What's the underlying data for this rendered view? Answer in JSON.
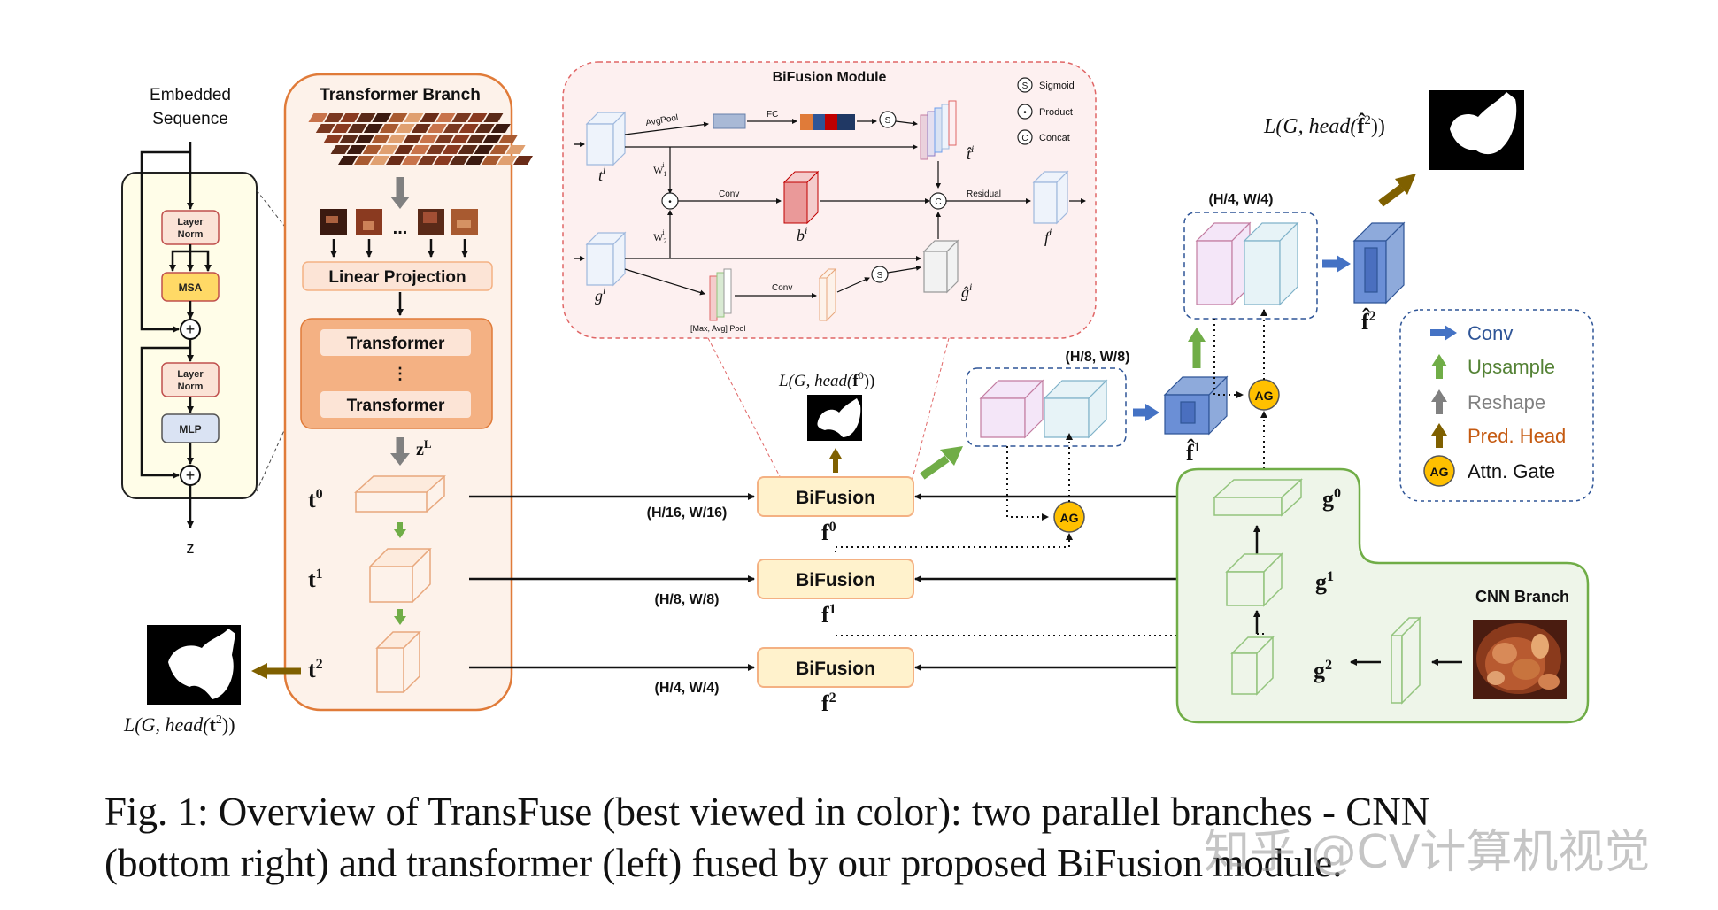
{
  "embedded": {
    "line1": "Embedded",
    "line2": "Sequence",
    "output": "z"
  },
  "encoder_block": {
    "layer_norm_1a": "Layer",
    "layer_norm_1b": "Norm",
    "msa": "MSA",
    "layer_norm_2a": "Layer",
    "layer_norm_2b": "Norm",
    "mlp": "MLP"
  },
  "transformer_branch": {
    "title": "Transformer Branch",
    "ellipsis": "...",
    "linear_projection": "Linear Projection",
    "transformer_top": "Transformer",
    "transformer_dots": "⋮",
    "transformer_bottom": "Transformer",
    "zl_base": "z",
    "zl_sup": "L",
    "t0": "t",
    "t0_sup": "0",
    "t1": "t",
    "t1_sup": "1",
    "t2": "t",
    "t2_sup": "2"
  },
  "loss_t2": {
    "prefix": "L(G, head(",
    "bold": "t",
    "sup": "2",
    "suffix": "))"
  },
  "bifusion_module": {
    "title": "BiFusion Module",
    "avgpool": "AvgPool",
    "fc": "FC",
    "conv_mid": "Conv",
    "conv_bottom": "Conv",
    "residual": "Residual",
    "maxavg": "[Max, Avg] Pool",
    "w1": "W",
    "w1_sub": "1",
    "w1_sup": "i",
    "w2": "W",
    "w2_sub": "2",
    "w2_sup": "i",
    "t_i": "t",
    "t_i_sup": "i",
    "g_i": "g",
    "g_i_sup": "i",
    "b_i": "b",
    "b_i_sup": "i",
    "f_i": "f",
    "f_i_sup": "i",
    "that_i": "t̂",
    "that_i_sup": "i",
    "ghat_i": "ĝ",
    "ghat_i_sup": "i",
    "legend_sigmoid": "Sigmoid",
    "legend_product": "Product",
    "legend_concat": "Concat",
    "sym_s": "S",
    "sym_dot": "•",
    "sym_c": "C"
  },
  "fusion_nodes": [
    {
      "label": "BiFusion",
      "out": "f",
      "out_sup": "0",
      "res": "(H/16, W/16)"
    },
    {
      "label": "BiFusion",
      "out": "f",
      "out_sup": "1",
      "res": "(H/8, W/8)"
    },
    {
      "label": "BiFusion",
      "out": "f",
      "out_sup": "2",
      "res": "(H/4, W/4)"
    }
  ],
  "loss_f0": {
    "prefix": "L(G, head(",
    "bold": "f",
    "sup": "0",
    "suffix": "))"
  },
  "loss_f2hat": {
    "prefix": "L(G, head(",
    "bold": "f̂",
    "sup": "2",
    "suffix": "))"
  },
  "decoder": {
    "res_h8": "(H/8, W/8)",
    "res_h4": "(H/4, W/4)",
    "f1hat": "f̂",
    "f1hat_sup": "1",
    "f2hat": "f̂",
    "f2hat_sup": "2",
    "ag": "AG"
  },
  "cnn_branch": {
    "title": "CNN Branch",
    "g0": "g",
    "g0_sup": "0",
    "g1": "g",
    "g1_sup": "1",
    "g2": "g",
    "g2_sup": "2"
  },
  "legend": {
    "conv": "Conv",
    "upsample": "Upsample",
    "reshape": "Reshape",
    "pred_head": "Pred. Head",
    "attn_gate": "Attn. Gate",
    "ag": "AG",
    "colors": {
      "conv": "#4472c4",
      "upsample": "#70ad47",
      "reshape": "#808080",
      "pred_head": "#c55a11",
      "attn": "#ffc000"
    }
  },
  "caption": {
    "line1": "Fig. 1: Overview of TransFuse (best viewed in color): two parallel branches - CNN",
    "line2": "(bottom right) and transformer (left) fused by our proposed BiFusion module."
  },
  "watermark": "知乎 @CV计算机视觉"
}
